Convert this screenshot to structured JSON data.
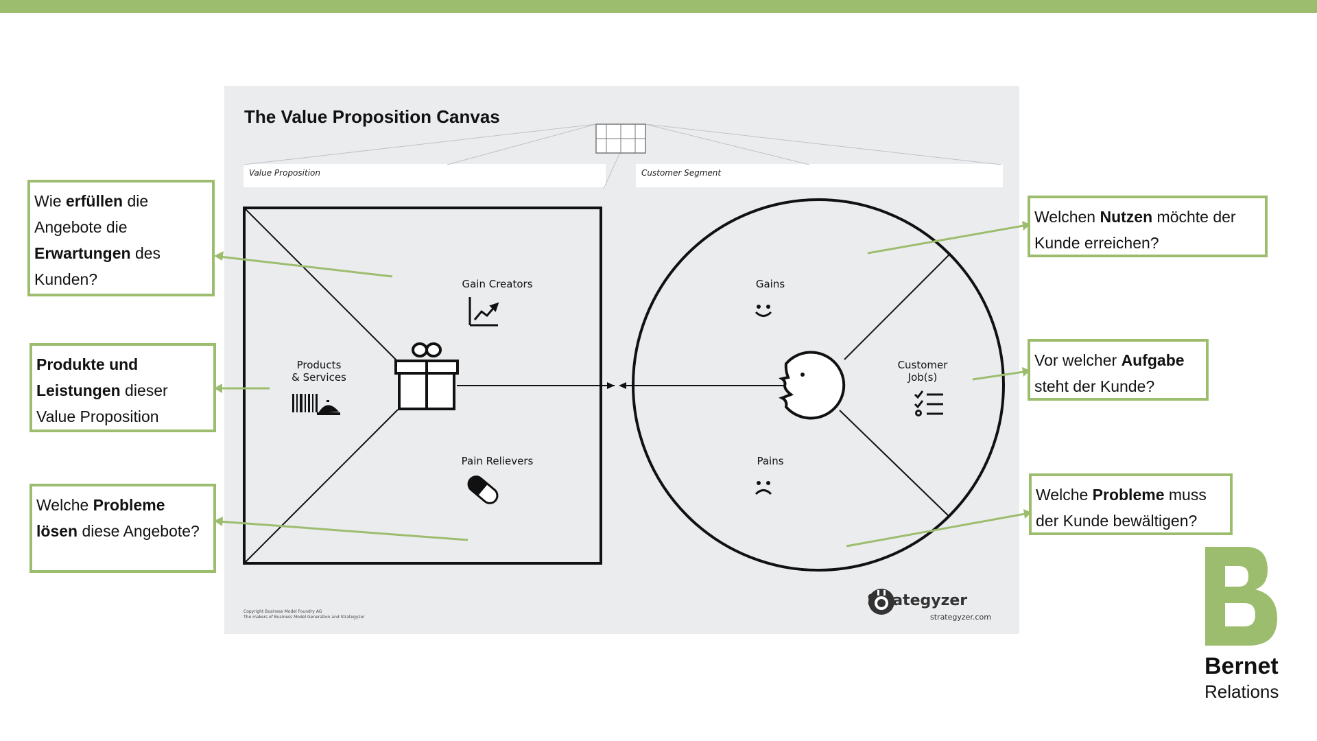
{
  "canvas": {
    "title": "The Value Proposition Canvas",
    "value_proposition_label": "Value Proposition",
    "customer_segment_label": "Customer Segment",
    "gain_creators": "Gain Creators",
    "products_services_line1": "Products",
    "products_services_line2": "& Services",
    "pain_relievers": "Pain Relievers",
    "gains": "Gains",
    "pains": "Pains",
    "customer_jobs_line1": "Customer",
    "customer_jobs_line2": "Job(s)",
    "copyright_line1": "Copyright Business Model Foundry AG",
    "copyright_line2": "The makers of Business Model Generation and Strategyzer",
    "brand": "Strategyzer",
    "brand_url": "strategyzer.com"
  },
  "callouts": {
    "c1": {
      "p1": "Wie ",
      "b1": "erfüllen",
      "p2": " die Angebote die ",
      "b2": "Erwartungen",
      "p3": " des Kunden?"
    },
    "c2": {
      "b1": "Produkte und Leistungen",
      "p1": " dieser Value Proposition"
    },
    "c3": {
      "p1": "Welche ",
      "b1": "Probleme lösen",
      "p2": " diese Angebote?"
    },
    "c4": {
      "p1": "Welchen ",
      "b1": "Nutzen",
      "p2": " möchte der Kunde erreichen?"
    },
    "c5": {
      "p1": "Vor welcher ",
      "b1": "Aufgabe",
      "p2": " steht der Kunde?"
    },
    "c6": {
      "p1": "Welche ",
      "b1": "Probleme",
      "p2": " muss der Kunde bewältigen?"
    }
  },
  "logo": {
    "name": "Bernet",
    "sub": "Relations"
  },
  "colors": {
    "accent": "#9dbd6e",
    "ink": "#111111",
    "panel": "#ebecee"
  },
  "icons": [
    "gift-icon",
    "chart-icon",
    "barcode-icon",
    "service-bell-icon",
    "pill-icon",
    "smile-icon",
    "frown-icon",
    "checklist-icon",
    "face-icon",
    "strategyzer-logo-icon"
  ]
}
